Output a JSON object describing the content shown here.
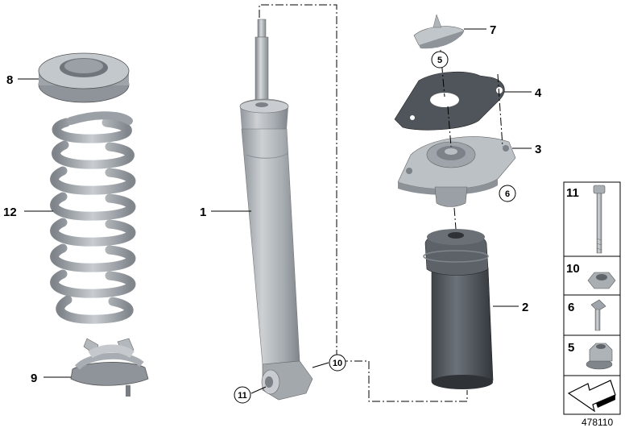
{
  "callouts": {
    "p1": "1",
    "p2": "2",
    "p3": "3",
    "p4": "4",
    "p7": "7",
    "p8": "8",
    "p9": "9",
    "p12": "12",
    "c5": "5",
    "c6": "6",
    "c10": "10",
    "c11": "11"
  },
  "legend": {
    "items": [
      {
        "label": "11",
        "icon": "bolt-icon"
      },
      {
        "label": "10",
        "icon": "hex-nut-icon"
      },
      {
        "label": "6",
        "icon": "screw-icon"
      },
      {
        "label": "5",
        "icon": "collar-nut-icon"
      }
    ],
    "footer_icon": "arrow-icon"
  },
  "document_number": "478110",
  "colors": {
    "part_fill": "#b9bec2",
    "part_shade": "#8e949a",
    "part_light": "#dde1e4",
    "dark_part": "#4a4f55",
    "line": "#000000"
  }
}
